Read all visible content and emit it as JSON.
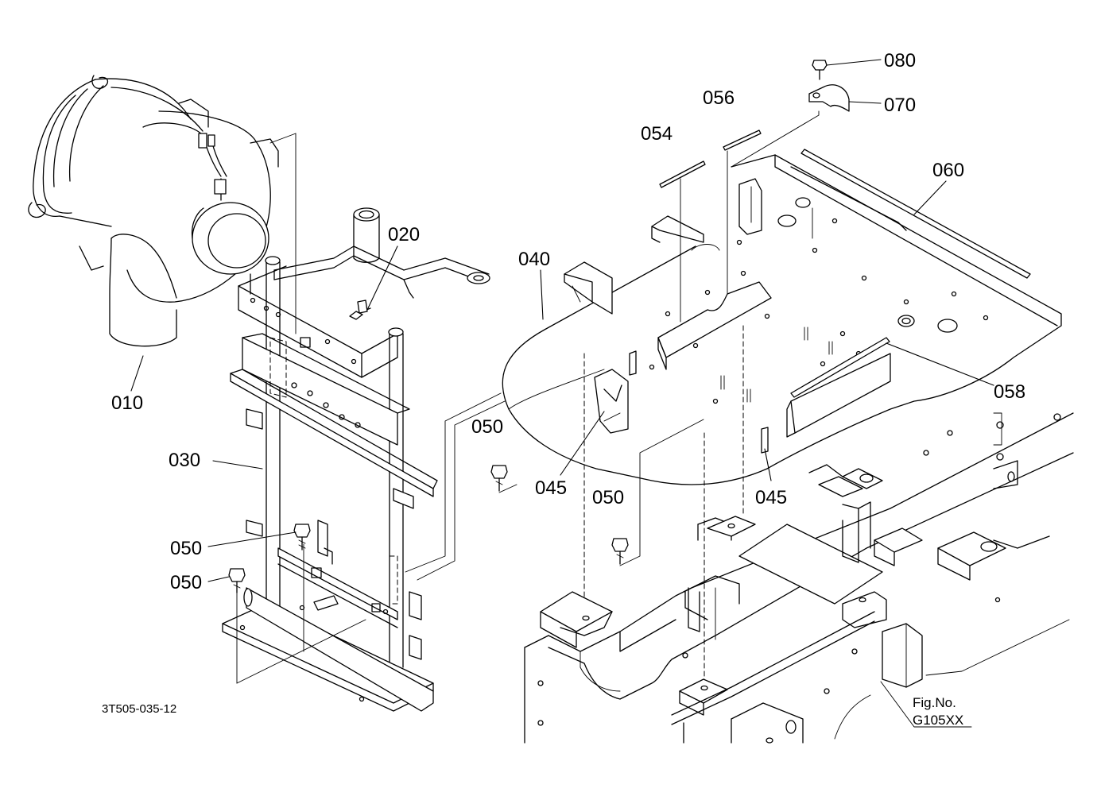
{
  "callouts": {
    "c010": "010",
    "c020": "020",
    "c030": "030",
    "c040": "040",
    "c045a": "045",
    "c045b": "045",
    "c050a": "050",
    "c050b": "050",
    "c050c": "050",
    "c050d": "050",
    "c054": "054",
    "c056": "056",
    "c058": "058",
    "c060": "060",
    "c070": "070",
    "c080": "080"
  },
  "drawing_number": "3T505-035-12",
  "fig_ref": {
    "label": "Fig.No.",
    "number": "G105XX"
  }
}
